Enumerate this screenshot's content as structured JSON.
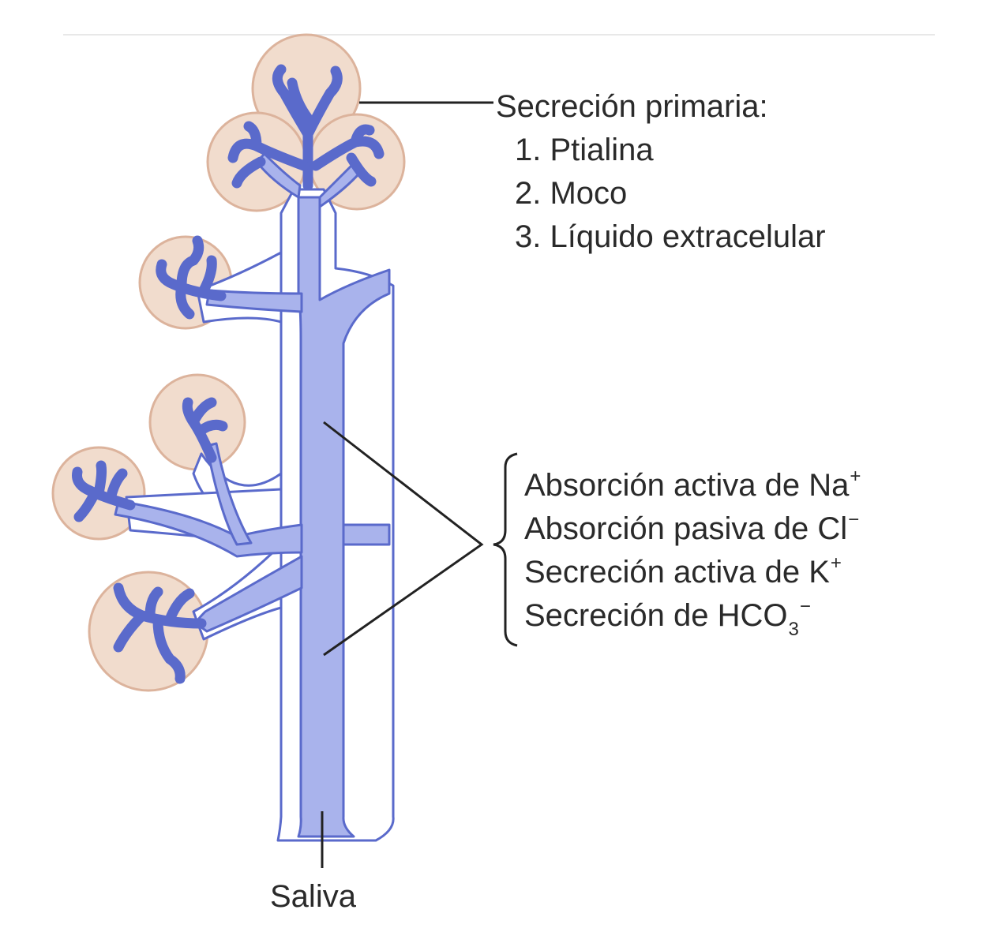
{
  "primary": {
    "title": "Secreción primaria:",
    "items": [
      "1. Ptialina",
      "2. Moco",
      "3. Líquido extracelular"
    ]
  },
  "duct_processes": [
    {
      "text": "Absorción activa de Na",
      "sup": "+"
    },
    {
      "text": "Absorción pasiva de Cl",
      "sup": "−"
    },
    {
      "text": "Secreción activa de K",
      "sup": "+"
    },
    {
      "text": "Secreción de HCO",
      "sub": "3",
      "sup": "−"
    }
  ],
  "outlet": "Saliva",
  "colors": {
    "acinus_fill": "#f1dccd",
    "acinus_edge": "#dcb39c",
    "duct_lumen": "#a9b3ec",
    "duct_edge": "#5a6acb",
    "leader_line": "#222222"
  }
}
